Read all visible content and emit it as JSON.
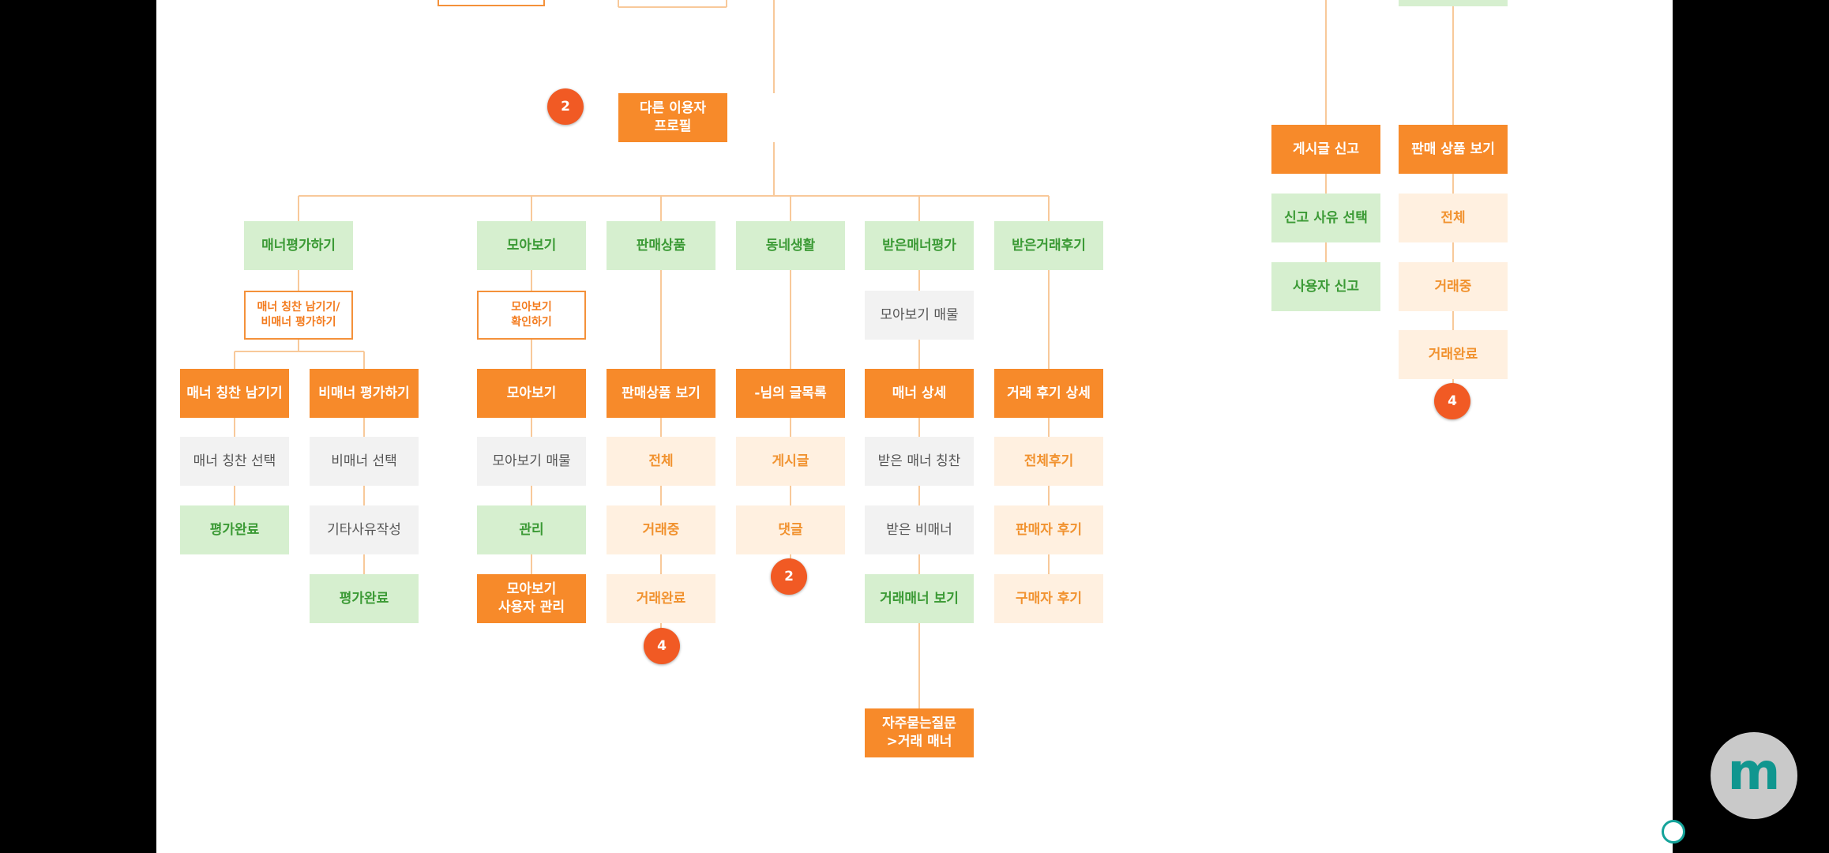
{
  "nodes": [
    {
      "id": "profile",
      "label": "다른 이용자\n프로필",
      "style": "o"
    },
    {
      "id": "manner",
      "label": "매너평가하기",
      "style": "g"
    },
    {
      "id": "mannerSub",
      "label": "매너 칭찬 남기기/\n비매너 평가하기",
      "style": "ob"
    },
    {
      "id": "praise",
      "label": "매너 칭찬 남기기",
      "style": "o"
    },
    {
      "id": "nonManner",
      "label": "비매너 평가하기",
      "style": "o"
    },
    {
      "id": "praiseSel",
      "label": "매너 칭찬 선택",
      "style": "s"
    },
    {
      "id": "nonSel",
      "label": "비매너 선택",
      "style": "s"
    },
    {
      "id": "done1",
      "label": "평가완료",
      "style": "g"
    },
    {
      "id": "otherReason",
      "label": "기타사유작성",
      "style": "s"
    },
    {
      "id": "done2",
      "label": "평가완료",
      "style": "g"
    },
    {
      "id": "collect",
      "label": "모아보기",
      "style": "g"
    },
    {
      "id": "collectCheck",
      "label": "모아보기\n확인하기",
      "style": "ob"
    },
    {
      "id": "collect2",
      "label": "모아보기",
      "style": "o"
    },
    {
      "id": "collectItems",
      "label": "모아보기 매물",
      "style": "s"
    },
    {
      "id": "manage",
      "label": "관리",
      "style": "g"
    },
    {
      "id": "collectUsers",
      "label": "모아보기\n사용자 관리",
      "style": "o"
    },
    {
      "id": "sales",
      "label": "판매상품",
      "style": "g"
    },
    {
      "id": "salesView",
      "label": "판매상품 보기",
      "style": "o"
    },
    {
      "id": "all1",
      "label": "전체",
      "style": "p"
    },
    {
      "id": "dealing1",
      "label": "거래중",
      "style": "p"
    },
    {
      "id": "dealt1",
      "label": "거래완료",
      "style": "p"
    },
    {
      "id": "town",
      "label": "동네생활",
      "style": "g"
    },
    {
      "id": "posts",
      "label": "-님의 글목록",
      "style": "o"
    },
    {
      "id": "post",
      "label": "게시글",
      "style": "p"
    },
    {
      "id": "comment",
      "label": "댓글",
      "style": "p"
    },
    {
      "id": "recvManner",
      "label": "받은매너평가",
      "style": "g"
    },
    {
      "id": "collectItems2",
      "label": "모아보기 매물",
      "style": "s"
    },
    {
      "id": "mannerDetail",
      "label": "매너 상세",
      "style": "o"
    },
    {
      "id": "recvPraise",
      "label": "받은 매너 칭찬",
      "style": "s"
    },
    {
      "id": "recvNon",
      "label": "받은 비매너",
      "style": "s"
    },
    {
      "id": "tradeManner",
      "label": "거래매너 보기",
      "style": "g"
    },
    {
      "id": "faq",
      "label": "자주묻는질문\n>거래 매너",
      "style": "o"
    },
    {
      "id": "recvReview",
      "label": "받은거래후기",
      "style": "g"
    },
    {
      "id": "reviewDetail",
      "label": "거래 후기 상세",
      "style": "o"
    },
    {
      "id": "allReview",
      "label": "전체후기",
      "style": "p"
    },
    {
      "id": "sellerReview",
      "label": "판매자 후기",
      "style": "p"
    },
    {
      "id": "buyerReview",
      "label": "구매자 후기",
      "style": "p"
    },
    {
      "id": "report",
      "label": "게시글 신고",
      "style": "o"
    },
    {
      "id": "reason",
      "label": "신고 사유 선택",
      "style": "g"
    },
    {
      "id": "userReport",
      "label": "사용자 신고",
      "style": "g"
    },
    {
      "id": "salesView2",
      "label": "판매 상품 보기",
      "style": "o"
    },
    {
      "id": "all2",
      "label": "전체",
      "style": "p"
    },
    {
      "id": "dealing2",
      "label": "거래중",
      "style": "p"
    },
    {
      "id": "dealt2",
      "label": "거래완료",
      "style": "p"
    }
  ],
  "badges": [
    {
      "id": "b1",
      "label": "2"
    },
    {
      "id": "b2",
      "label": "4"
    },
    {
      "id": "b3",
      "label": "2"
    },
    {
      "id": "b4",
      "label": "4"
    }
  ],
  "colors": {
    "line": "#f8c99a",
    "orange": "#f78a2a",
    "green_bg": "#d6efcf",
    "green_text": "#3b9a35",
    "peach_bg": "#fff0e0",
    "badge": "#f15a24"
  },
  "app": {
    "fab_icon": "m-logo-icon",
    "fab_label": "m"
  }
}
